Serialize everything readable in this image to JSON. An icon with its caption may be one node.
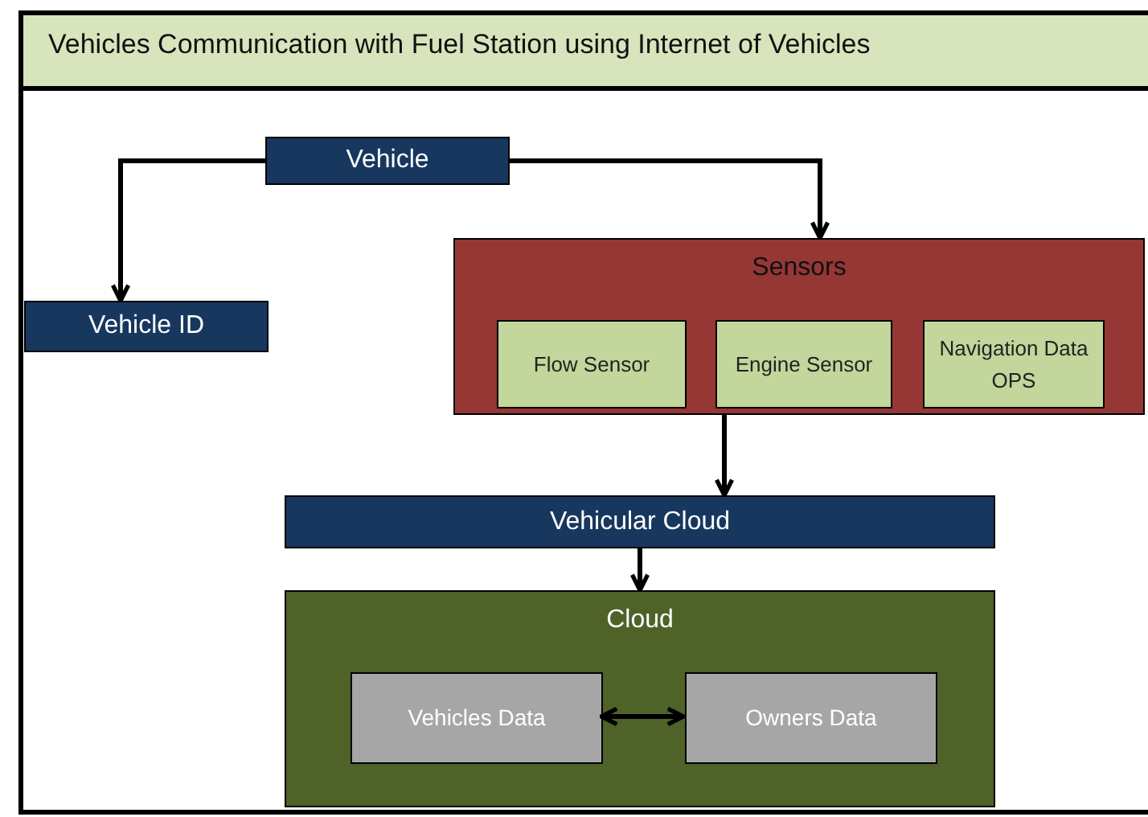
{
  "diagram": {
    "title": "Vehicles Communication with Fuel Station using Internet of Vehicles",
    "nodes": [
      {
        "text": [
          "Vehicle"
        ]
      },
      {
        "text": [
          "Vehicle ID"
        ]
      },
      {
        "text": [
          "Sensors"
        ]
      },
      {
        "text": [
          "Flow Sensor"
        ],
        "in": 2
      },
      {
        "text": [
          "Engine Sensor"
        ],
        "in": 2
      },
      {
        "text": [
          "Navigation Data OPS"
        ],
        "in": 2
      },
      {
        "text": [
          "Vehicular Cloud"
        ]
      },
      {
        "text": [
          "Cloud"
        ]
      },
      {
        "text": [
          "Vehicles Data"
        ],
        "in": 7
      },
      {
        "text": [
          "Owners Data"
        ],
        "in": 7
      }
    ],
    "edges": [
      {
        "from": 0,
        "to": 1,
        "arrow": "to"
      },
      {
        "from": 0,
        "to": 2,
        "arrow": "to"
      },
      {
        "from": 2,
        "to": 6,
        "arrow": "to"
      },
      {
        "from": 6,
        "to": 7,
        "arrow": "to"
      },
      {
        "from": 8,
        "to": 9,
        "arrow": "both"
      }
    ]
  }
}
